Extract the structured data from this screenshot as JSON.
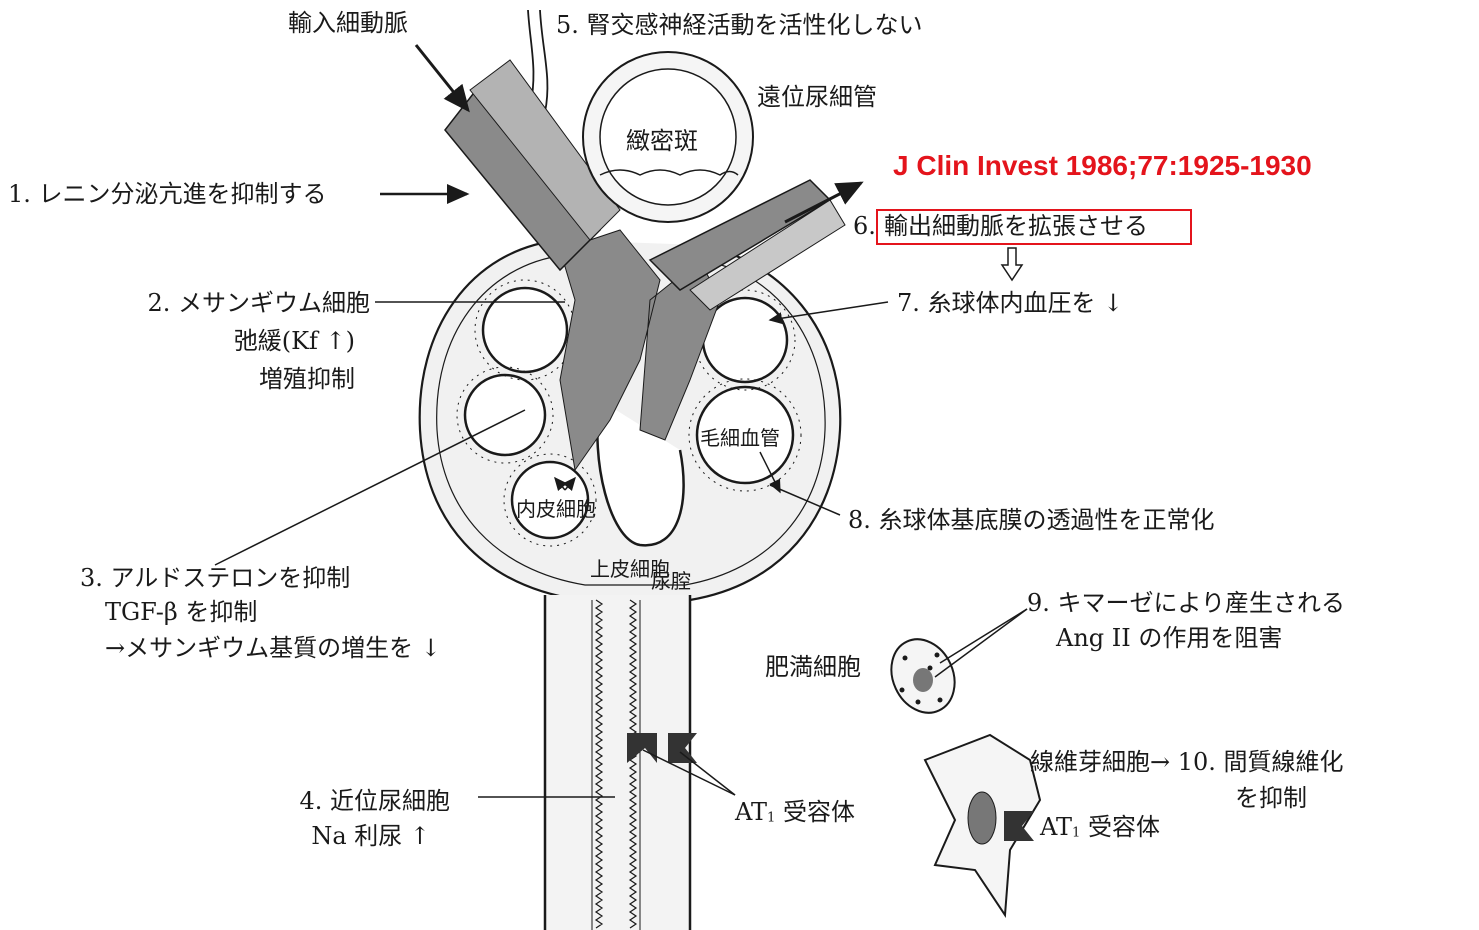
{
  "labels": {
    "afferent": "輸入細動脈",
    "item5": "5. 腎交感神経活動を活性化しない",
    "distal": "遠位尿細管",
    "macula": "緻密斑",
    "item1": "1. レニン分泌亢進を抑制する",
    "item6_num": "6.",
    "item6_text": "輸出細動脈を拡張させる",
    "item7": "7. 糸球体内血圧を ↓",
    "item2_l1": "2. メサンギウム細胞",
    "item2_l2": "弛緩(Kf ↑)",
    "item2_l3": "増殖抑制",
    "capillary": "毛細血管",
    "endothelial": "内皮細胞",
    "item8": "8. 糸球体基底膜の透過性を正常化",
    "item3_l1": "3. アルドステロンを抑制",
    "item3_l2": "TGF-β を抑制",
    "item3_l3": "→メサンギウム基質の増生を ↓",
    "epithelial": "上皮細胞",
    "urinary": "尿腔",
    "item9_l1": "9. キマーゼにより産生される",
    "item9_l2": "Ang II の作用を阻害",
    "mast": "肥満細胞",
    "fibro": "線維芽細胞→ 10. 間質線維化",
    "fibro_l2": "を抑制",
    "item4_l1": "4. 近位尿細胞",
    "item4_l2": "Na 利尿 ↑",
    "at1_main": "AT",
    "at1_sub": "1",
    "at1_rest": " 受容体",
    "at1b_main": "AT",
    "at1b_sub": "1",
    "at1b_rest": " 受容体"
  },
  "citation": "J Clin Invest 1986;77:1925-1930",
  "colors": {
    "ink": "#1a1a1a",
    "mesangium": "#8a8a8a",
    "cytoplasm": "#c8c8c8",
    "highlight": "#e4141c"
  }
}
